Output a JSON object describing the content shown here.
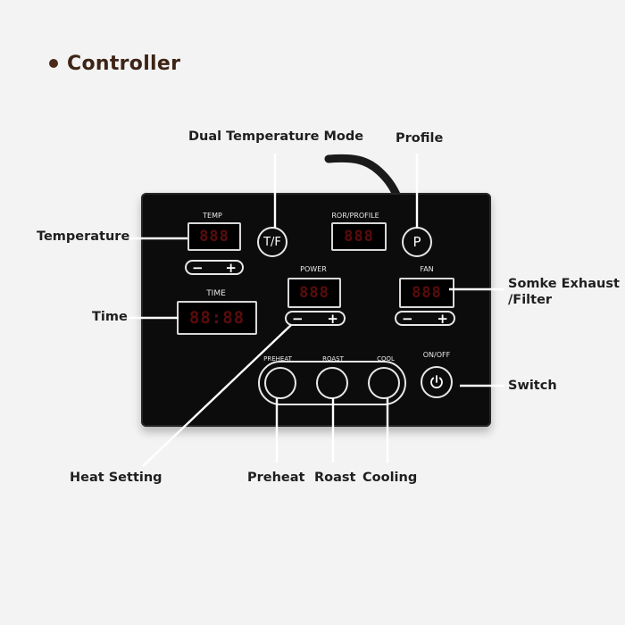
{
  "header": {
    "title": "Controller"
  },
  "device": {
    "panel_labels": {
      "temp": "TEMP",
      "ror_profile": "ROR/PROFILE",
      "power": "POWER",
      "fan": "FAN",
      "time": "TIME",
      "preheat": "PREHEAT",
      "roast": "ROAST",
      "cool": "COOL",
      "on_off": "ON/OFF"
    },
    "buttons": {
      "tf": "T/F",
      "profile": "P",
      "minus": "−",
      "plus": "+"
    },
    "displays": {
      "temp": "888",
      "ror_profile": "888",
      "power": "888",
      "fan": "888",
      "time": "88:88"
    }
  },
  "callouts": {
    "dual_temp_mode": "Dual Temperature Mode",
    "profile": "Profile",
    "temperature": "Temperature",
    "time": "Time",
    "smoke_exhaust_line1": "Somke Exhaust",
    "smoke_exhaust_line2": "/Filter",
    "switch": "Switch",
    "heat_setting": "Heat Setting",
    "preheat": "Preheat",
    "roast": "Roast",
    "cooling": "Cooling"
  },
  "colors": {
    "device_body": "#0c0c0c",
    "panel_outline": "#e8e8e8",
    "header_text": "#3d2416",
    "display_digits": "#5a0c0c",
    "leader_lines": "#ffffff"
  }
}
